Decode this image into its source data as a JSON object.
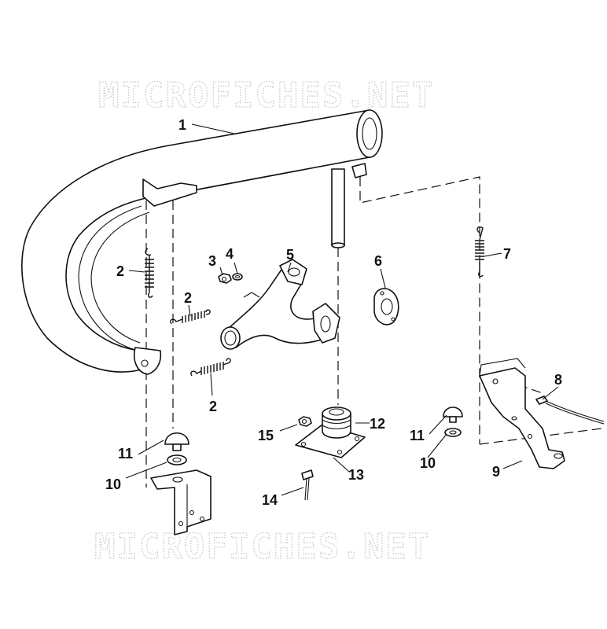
{
  "watermark": {
    "top": "MICROFICHES.NET",
    "bottom": "MICROFICHES.NET"
  },
  "callouts": {
    "c1": "1",
    "c2a": "2",
    "c2b": "2",
    "c2c": "2",
    "c3": "3",
    "c4": "4",
    "c5": "5",
    "c6": "6",
    "c7": "7",
    "c8": "8",
    "c9": "9",
    "c10a": "10",
    "c10b": "10",
    "c11a": "11",
    "c11b": "11",
    "c12": "12",
    "c13": "13",
    "c14": "14",
    "c15": "15"
  }
}
